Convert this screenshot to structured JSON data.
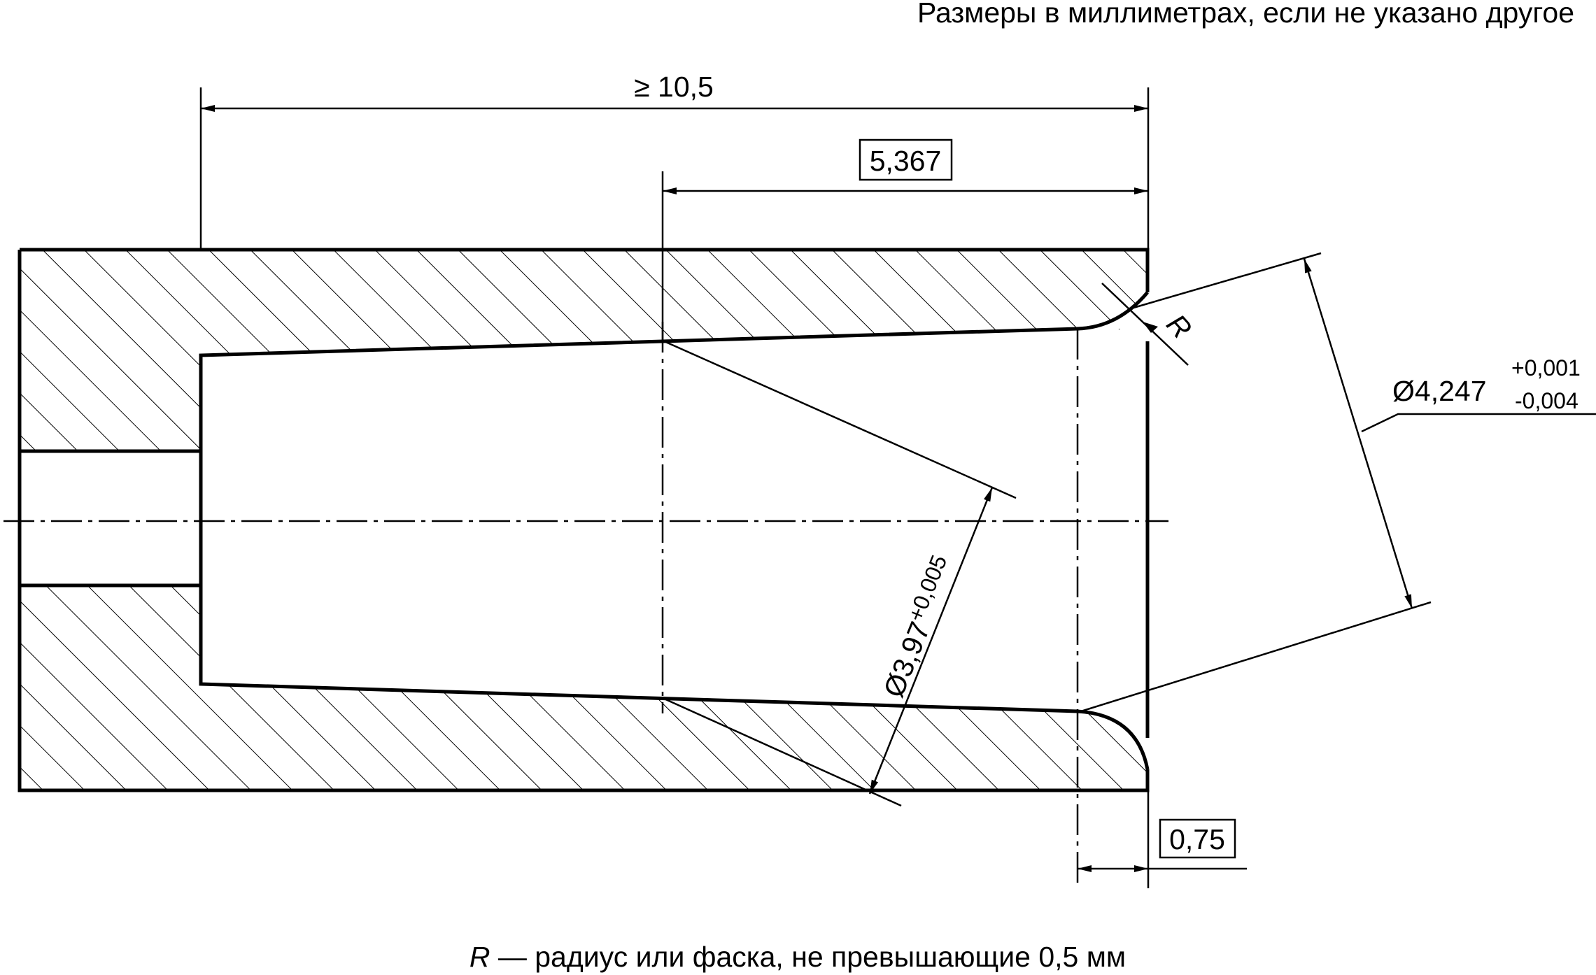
{
  "header_note": "Размеры в миллиметрах, если не указано другое",
  "dimensions": {
    "overall_length": "≥ 10,5",
    "taper_length": "5,367",
    "small_diameter_symbol": "Ø",
    "small_diameter": "3,97",
    "small_diameter_tol": "+0,005",
    "large_diameter_symbol": "Ø",
    "large_diameter": "4,247",
    "large_diameter_tol_upper": "+0,001",
    "large_diameter_tol_lower": "-0,004",
    "end_offset": "0,75",
    "radius_label": "R"
  },
  "footnote": {
    "symbol": "R",
    "text": " — радиус или фаска, не превышающие 0,5 мм"
  },
  "colors": {
    "ink": "#000000",
    "paper": "#ffffff"
  }
}
